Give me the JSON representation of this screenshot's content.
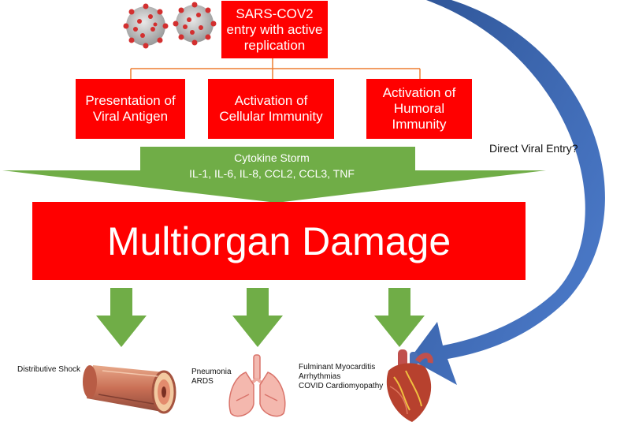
{
  "entry": {
    "label": "SARS-COV2 entry with active replication"
  },
  "immunity": [
    {
      "label": "Presentation of Viral Antigen"
    },
    {
      "label": "Activation of Cellular Immunity"
    },
    {
      "label": "Activation of Humoral Immunity"
    }
  ],
  "storm": {
    "title": "Cytokine Storm",
    "cytokines": "IL-1, IL-6, IL-8, CCL2, CCL3, TNF"
  },
  "damage": {
    "label": "Multiorgan Damage"
  },
  "direct_entry": {
    "label": "Direct Viral Entry?"
  },
  "outcomes": [
    {
      "lines": [
        "Distributive Shock"
      ],
      "image": "blood-vessel"
    },
    {
      "lines": [
        "Pneumonia",
        "ARDS"
      ],
      "image": "lungs"
    },
    {
      "lines": [
        "Fulminant Myocarditis",
        "Arrhythmias",
        "COVID Cardiomyopathy"
      ],
      "image": "heart"
    }
  ],
  "colors": {
    "box": "#ff0000",
    "arrow_green": "#70ad47",
    "curved_arrow": "#4472c4",
    "connector": "#ed7d31"
  }
}
